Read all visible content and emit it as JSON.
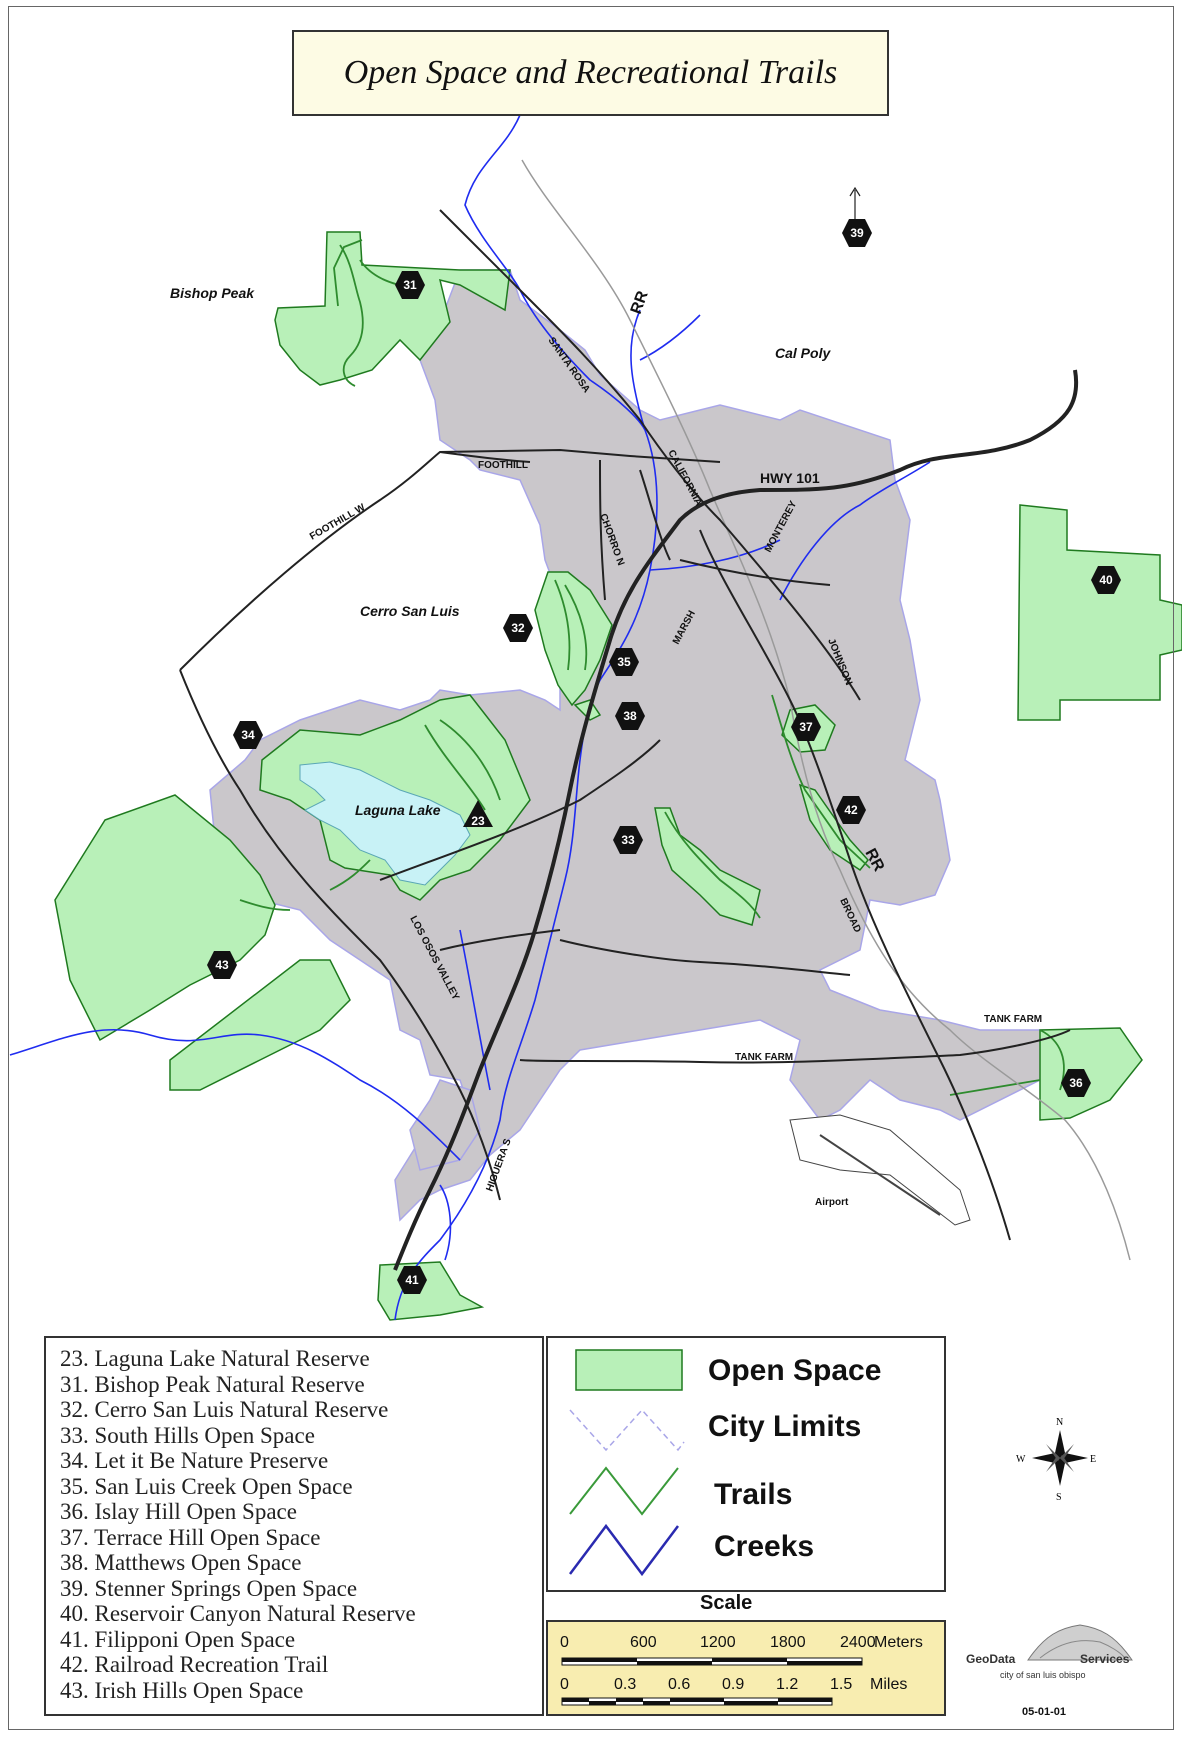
{
  "title": "Open Space and Recreational Trails",
  "place_labels": {
    "bishop_peak": "Bishop Peak",
    "cal_poly": "Cal Poly",
    "cerro_san_luis": "Cerro San Luis",
    "laguna_lake": "Laguna Lake",
    "airport": "Airport"
  },
  "roads": {
    "santa_rosa": "SANTA ROSA",
    "rr_north": "RR",
    "rr_south": "RR",
    "foothill": "FOOTHILL",
    "foothill_w": "FOOTHILL W",
    "california": "CALIFORNIA",
    "hwy101": "HWY 101",
    "chorro": "CHORRO N",
    "monterey": "MONTEREY",
    "marsh": "MARSH",
    "johnson": "JOHNSON",
    "broad": "BROAD",
    "los_osos": "LOS OSOS VALLEY",
    "tank_farm_1": "TANK FARM",
    "tank_farm_2": "TANK FARM",
    "higuera": "HIGUERA S"
  },
  "markers": {
    "m23": "23",
    "m31": "31",
    "m32": "32",
    "m33": "33",
    "m34": "34",
    "m35": "35",
    "m36": "36",
    "m37": "37",
    "m38": "38",
    "m39": "39",
    "m40": "40",
    "m41": "41",
    "m42": "42",
    "m43": "43"
  },
  "open_spaces": [
    "23. Laguna Lake Natural Reserve",
    "31. Bishop Peak Natural Reserve",
    "32. Cerro San Luis Natural Reserve",
    "33. South Hills Open Space",
    "34. Let it Be Nature Preserve",
    "35. San Luis Creek Open Space",
    "36. Islay Hill Open Space",
    "37. Terrace Hill Open Space",
    "38. Matthews Open Space",
    "39. Stenner Springs Open Space",
    "40. Reservoir Canyon Natural Reserve",
    "41. Filipponi Open Space",
    "42. Railroad Recreation Trail",
    "43. Irish Hills Open Space"
  ],
  "legend": {
    "open_space": "Open Space",
    "city_limits": "City Limits",
    "trails": "Trails",
    "creeks": "Creeks"
  },
  "scale": {
    "title": "Scale",
    "meters_ticks": [
      "0",
      "600",
      "1200",
      "1800",
      "2400"
    ],
    "meters_unit": "Meters",
    "miles_ticks": [
      "0",
      "0.3",
      "0.6",
      "0.9",
      "1.2",
      "1.5"
    ],
    "miles_unit": "Miles"
  },
  "compass": {
    "n": "N",
    "s": "S",
    "e": "E",
    "w": "W"
  },
  "logo": {
    "left": "GeoData",
    "right": "Services",
    "sub": "city of san luis obispo"
  },
  "date": "05-01-01",
  "colors": {
    "open_space": "#b8f0b8",
    "open_space_edge": "#1f7a1f",
    "city": "#cac7cb",
    "city_edge": "#a9a6e8",
    "lake": "#c8f2f6",
    "creek": "#1f2cf0",
    "trail": "#2e8b2e",
    "road": "#222222",
    "rail": "#9a9a9a",
    "scale_bg": "#f8edb0"
  }
}
